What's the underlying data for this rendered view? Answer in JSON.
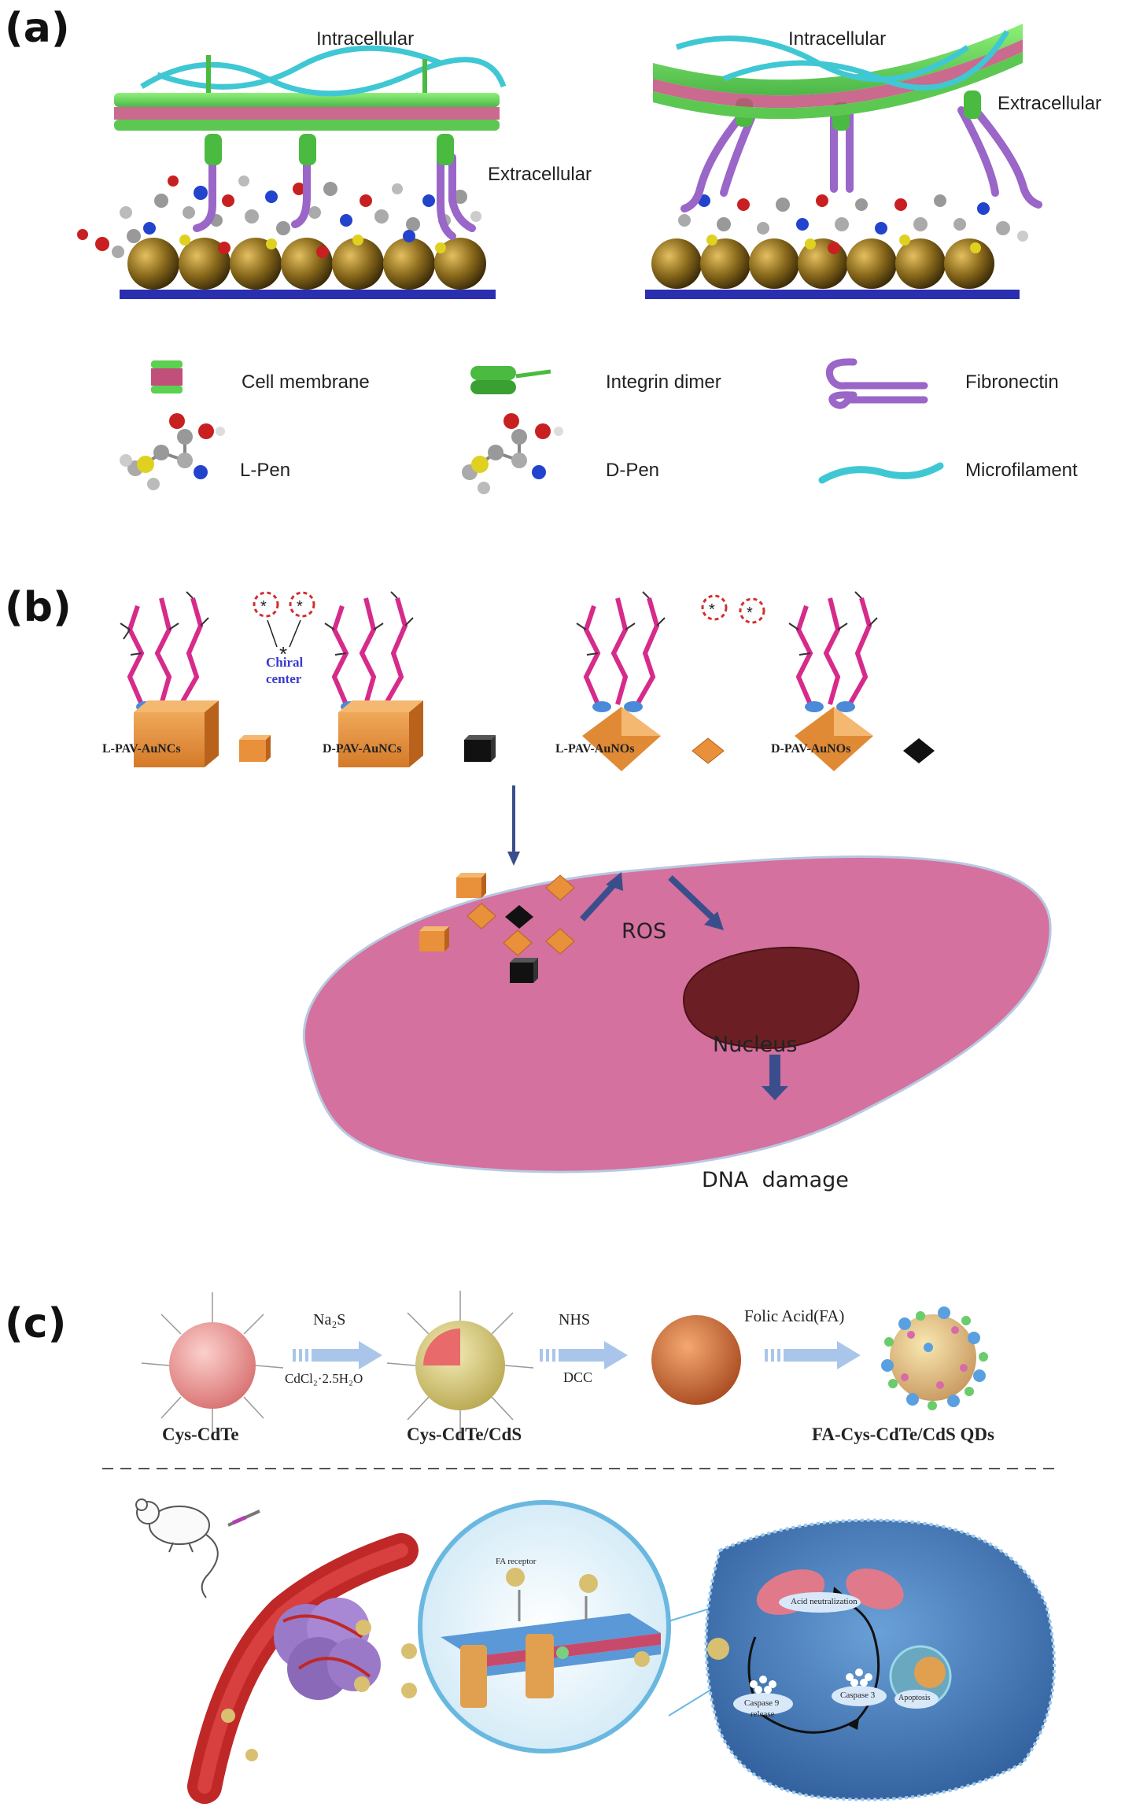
{
  "panel_a": {
    "label": "(a)",
    "left_intracellular": "Intracellular",
    "left_extracellular": "Extracellular",
    "right_intracellular": "Intracellular",
    "right_extracellular": "Extracellular",
    "legend": {
      "cell_membrane": "Cell membrane",
      "integrin_dimer": "Integrin dimer",
      "fibronectin": "Fibronectin",
      "l_pen": "L-Pen",
      "d_pen": "D-Pen",
      "microfilament": "Microfilament"
    }
  },
  "panel_b": {
    "label": "(b)",
    "chiral_center_line1": "Chiral",
    "chiral_center_line2": "center",
    "l_pav_auncs": "L-PAV-AuNCs",
    "d_pav_auncs": "D-PAV-AuNCs",
    "l_pav_aunos": "L-PAV-AuNOs",
    "d_pav_aunos": "D-PAV-AuNOs",
    "ros": "ROS",
    "nucleus": "Nucleus",
    "dna_damage": "DNA  damage"
  },
  "panel_c": {
    "label": "(c)",
    "step1_top": "Na₂S",
    "step1_bottom": "CdCl₂·2.5H₂O",
    "step2_top": "NHS",
    "step2_bottom": "DCC",
    "step3_top": "Folic Acid(FA)",
    "cys_cdte": "Cys-CdTe",
    "cys_cdte_cds": "Cys-CdTe/CdS",
    "fa_qds": "FA-Cys-CdTe/CdS QDs",
    "fa_receptor": "FA receptor",
    "acid_neutralization": "Acid neutralization",
    "caspase9": "Caspase 9",
    "release": "release",
    "caspase3": "Caspase 3",
    "apoptosis": "Apoptosis"
  },
  "colors": {
    "membrane_green": "#6fd86a",
    "membrane_pink": "#c0507a",
    "microfilament": "#3fc8d4",
    "fibronectin": "#9a66c8",
    "substrate": "#2a2fb0",
    "cell_pink": "#d4719f",
    "nucleus": "#6b1f24",
    "gold": "#e89a3c",
    "arrow_blue": "#3a4e8c",
    "light_arrow": "#a9c6ea"
  }
}
